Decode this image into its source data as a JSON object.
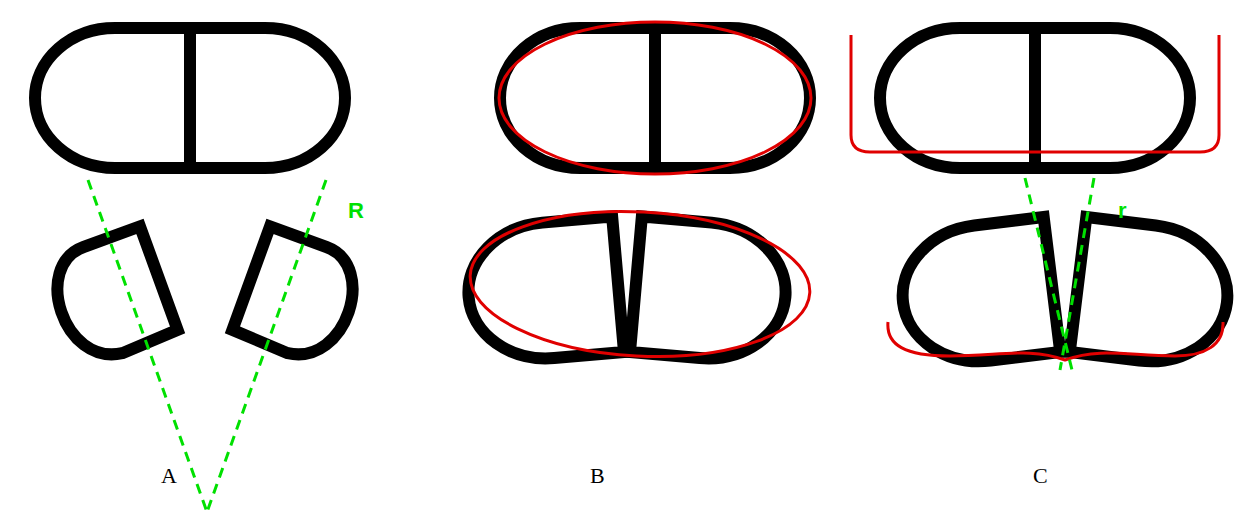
{
  "diagram": {
    "labels": [
      "R",
      "r",
      "A",
      "B",
      "C"
    ]
  }
}
